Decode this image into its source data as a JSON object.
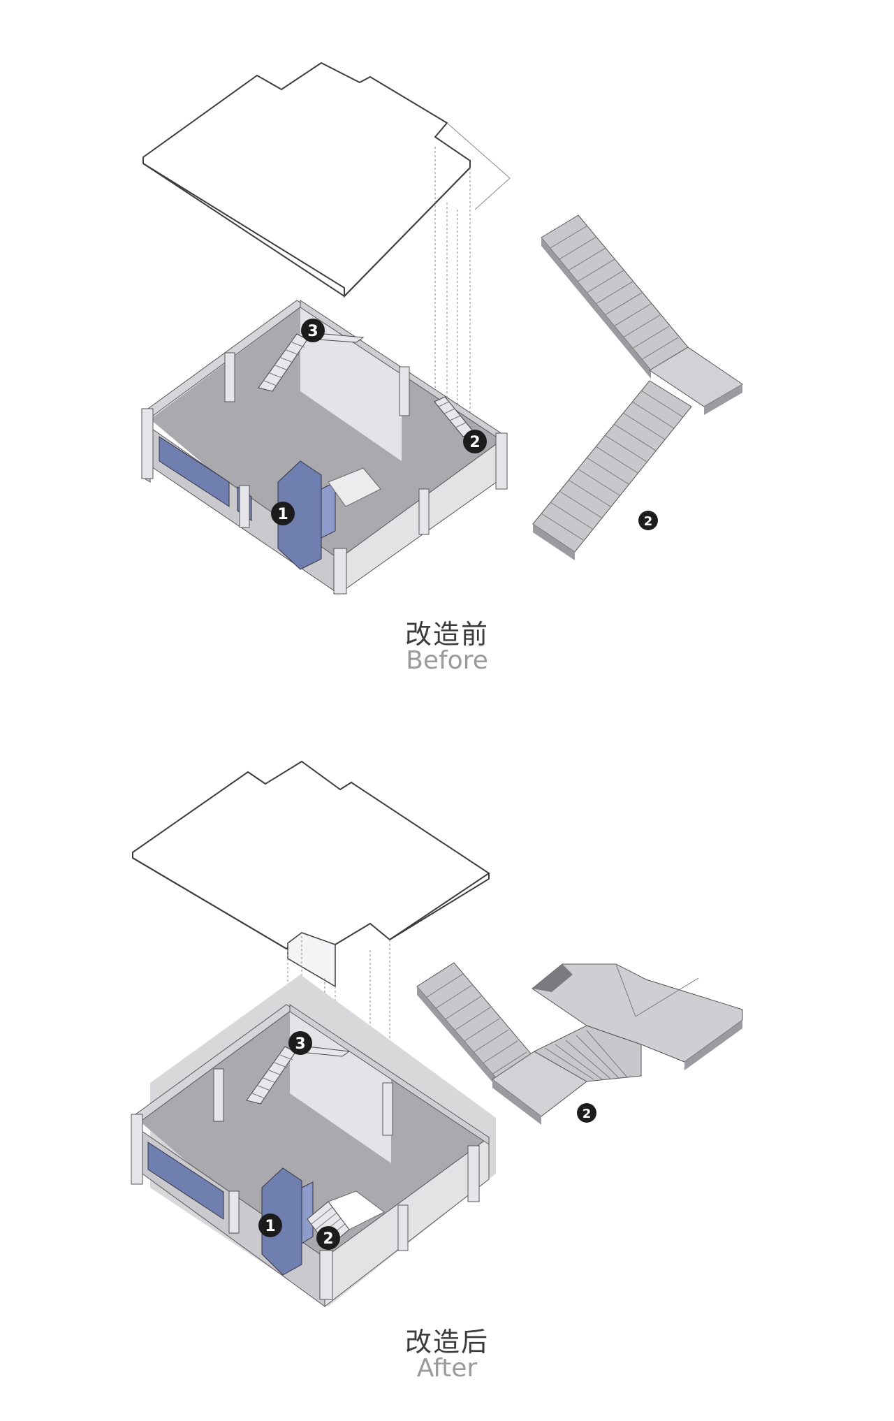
{
  "before": {
    "title_cn": "改造前",
    "title_en": "Before",
    "markers": [
      "1",
      "2",
      "3"
    ],
    "stair_detail_marker": "2"
  },
  "after": {
    "title_cn": "改造后",
    "title_en": "After",
    "markers": [
      "1",
      "2",
      "3"
    ],
    "stair_detail_marker": "2"
  },
  "colors": {
    "floor": "#a9a9ae",
    "wall": "#d6d6da",
    "wall_dark": "#8f8f95",
    "glass": "#6f7fb0",
    "slab": "#ffffff",
    "stair": "#c8c8cc",
    "marker": "#1c1c1c"
  }
}
